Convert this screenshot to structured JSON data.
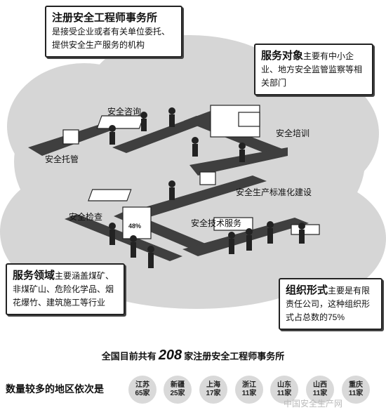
{
  "callouts": {
    "top_left": {
      "title": "注册安全工程师事务所",
      "body": "是接受企业或者有关单位委托、提供安全生产服务的机构"
    },
    "top_right": {
      "title": "服务对象",
      "body": "主要有中小企业、地方安全监管监察等相关部门"
    },
    "bottom_left": {
      "title": "服务领域",
      "body": "主要涵盖煤矿、非煤矿山、危险化学品、烟花爆竹、建筑施工等行业"
    },
    "bottom_right": {
      "title": "组织形式",
      "body": "主要是有限责任公司，这种组织形式占总数的75%"
    }
  },
  "scene_labels": {
    "consulting": "安全咨询",
    "training": "安全培训",
    "custody": "安全托管",
    "standardization": "安全生产标准化建设",
    "inspection": "安全检查",
    "tech_service": "安全技术服务",
    "board_percent": "48%"
  },
  "footer": {
    "prefix": "全国目前共有",
    "count": "208",
    "suffix": "家注册安全工程师事务所"
  },
  "regions_label": "数量较多的地区依次是",
  "regions": [
    {
      "name": "江苏",
      "count": "65家"
    },
    {
      "name": "新疆",
      "count": "25家"
    },
    {
      "name": "上海",
      "count": "17家"
    },
    {
      "name": "浙江",
      "count": "11家"
    },
    {
      "name": "山东",
      "count": "11家"
    },
    {
      "name": "山西",
      "count": "11家"
    },
    {
      "name": "重庆",
      "count": "11家"
    }
  ],
  "watermark": "中国安全生产网",
  "colors": {
    "cloud": "#d6d6d6",
    "floor": "#3f3f3f",
    "circle": "#d9d9d9"
  }
}
